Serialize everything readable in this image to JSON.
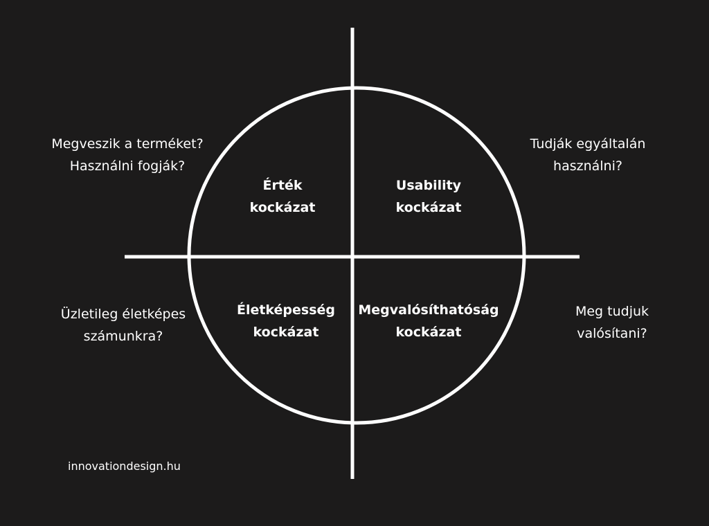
{
  "colors": {
    "background": "#1c1b1b",
    "foreground": "#ffffff"
  },
  "quadrants": [
    {
      "title": "Érték",
      "subtitle": "kockázat",
      "question": [
        "Megveszik a terméket?",
        "Használni fogják?"
      ]
    },
    {
      "title": "Usability",
      "subtitle": "kockázat",
      "question": [
        "Tudják egyáltalán",
        "használni?"
      ]
    },
    {
      "title": "Életképesség",
      "subtitle": "kockázat",
      "question": [
        "Üzletileg életképes",
        "számunkra?"
      ]
    },
    {
      "title": "Megvalósíthatóság",
      "subtitle": "kockázat",
      "question": [
        "Meg tudjuk",
        "valósítani?"
      ]
    }
  ],
  "footer": "innovationdesign.hu"
}
